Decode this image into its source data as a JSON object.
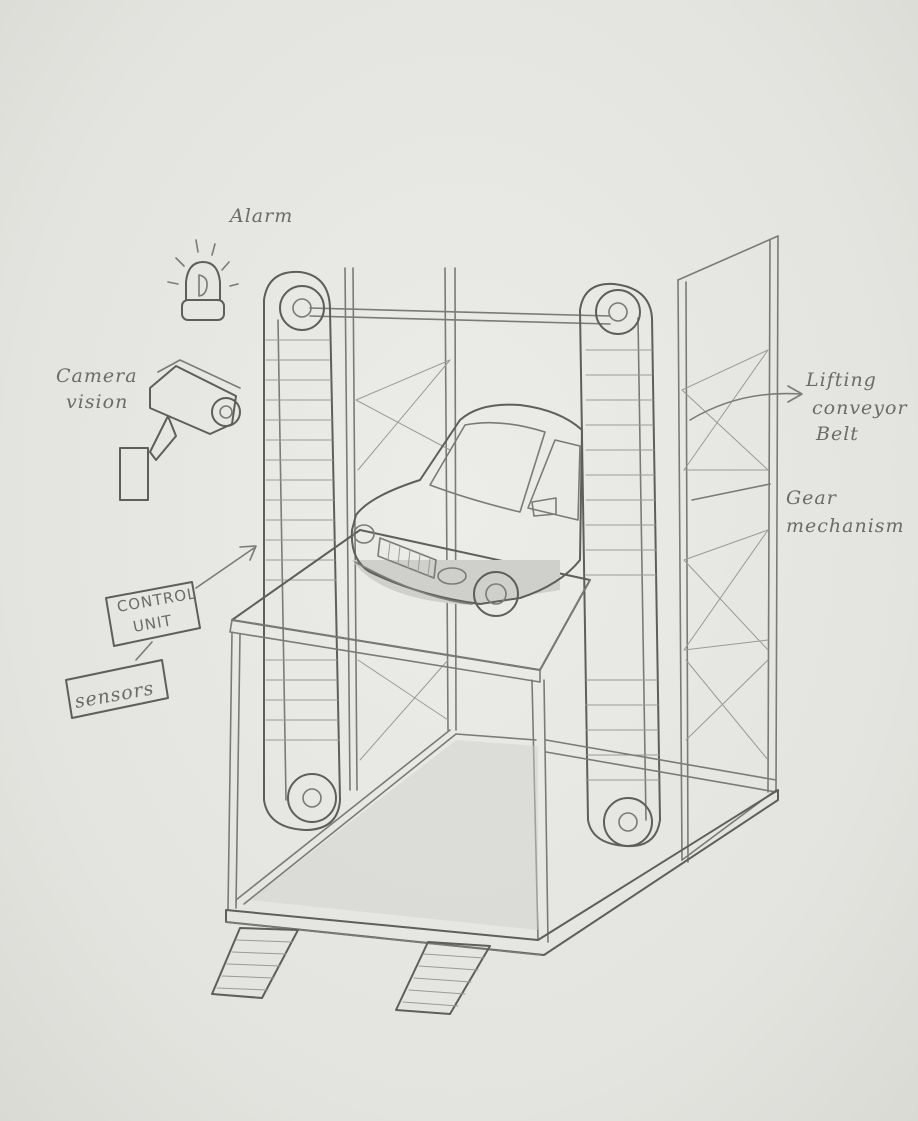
{
  "labels": {
    "alarm": "Alarm",
    "camera_line1": "Camera",
    "camera_line2": "vision",
    "lifting_line1": "Lifting",
    "lifting_line2": "conveyor",
    "lifting_line3": "Belt",
    "gear_line1": "Gear",
    "gear_line2": "mechanism",
    "control_line1": "CONTROL",
    "control_line2": "UNIT",
    "sensors": "sensors"
  },
  "icons": [
    "alarm-beacon-icon",
    "security-camera-icon",
    "pulley-wheel-icon",
    "car-icon"
  ],
  "colors": {
    "paper": "#e6e6e2",
    "pencil": "#7a7a78"
  }
}
